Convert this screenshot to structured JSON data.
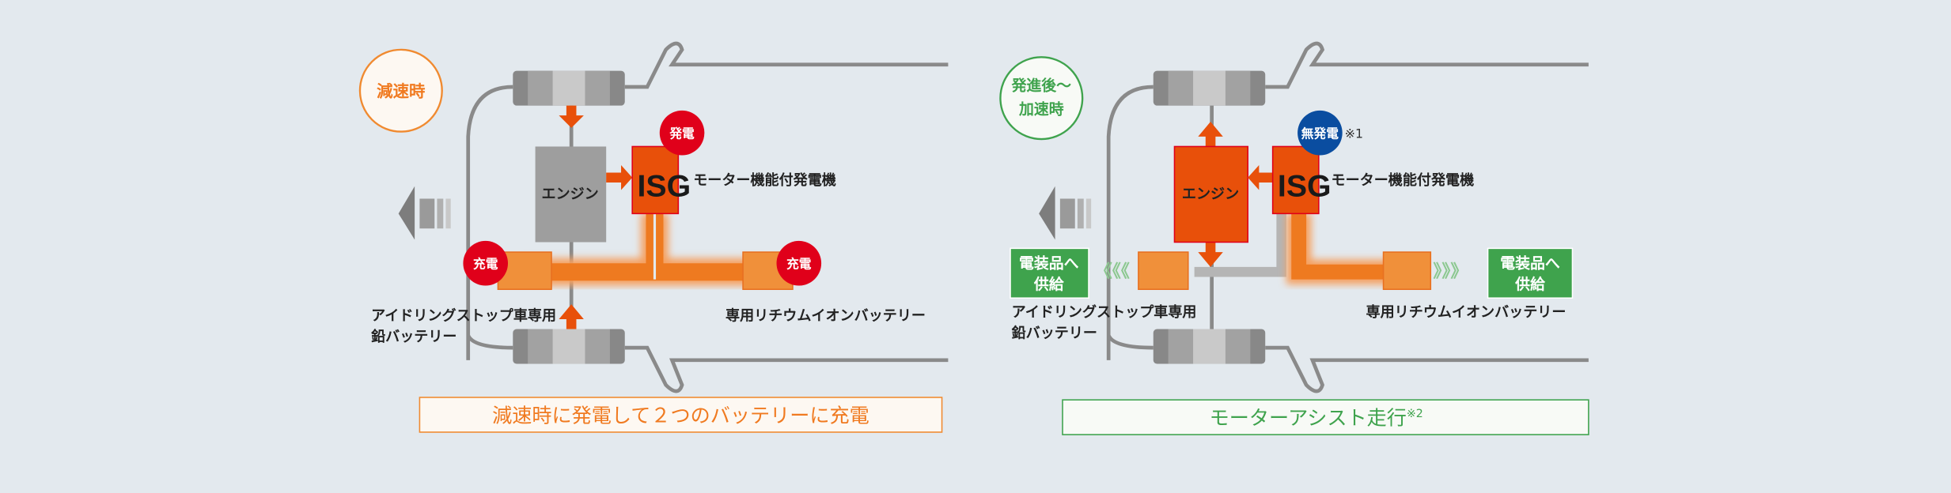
{
  "colors": {
    "background": "#e3e9ee",
    "orange": "#e8500a",
    "battery": "#f0903a",
    "red_badge": "#e0001a",
    "blue_badge": "#0a4da0",
    "green": "#3fa34d",
    "gray": "#9b9b9b"
  },
  "left": {
    "mode": "減速時",
    "engine": "エンジン",
    "isg": "ISG",
    "isg_label": "モーター機能付発電機",
    "isg_badge": "発電",
    "lead_badge": "充電",
    "lithium_badge": "充電",
    "lead_label_1": "アイドリングストップ車専用",
    "lead_label_2": "鉛バッテリー",
    "lithium_label": "専用リチウムイオンバッテリー",
    "caption": "減速時に発電して２つのバッテリーに充電"
  },
  "right": {
    "mode_1": "発進後～",
    "mode_2": "加速時",
    "engine": "エンジン",
    "isg": "ISG",
    "isg_label": "モーター機能付発電機",
    "isg_badge": "無発電",
    "note1": "※1",
    "supply_1a": "電装品へ",
    "supply_1b": "供給",
    "supply_2a": "電装品へ",
    "supply_2b": "供給",
    "lead_label_1": "アイドリングストップ車専用",
    "lead_label_2": "鉛バッテリー",
    "lithium_label": "専用リチウムイオンバッテリー",
    "caption": "モーターアシスト走行",
    "note2": "※2"
  }
}
